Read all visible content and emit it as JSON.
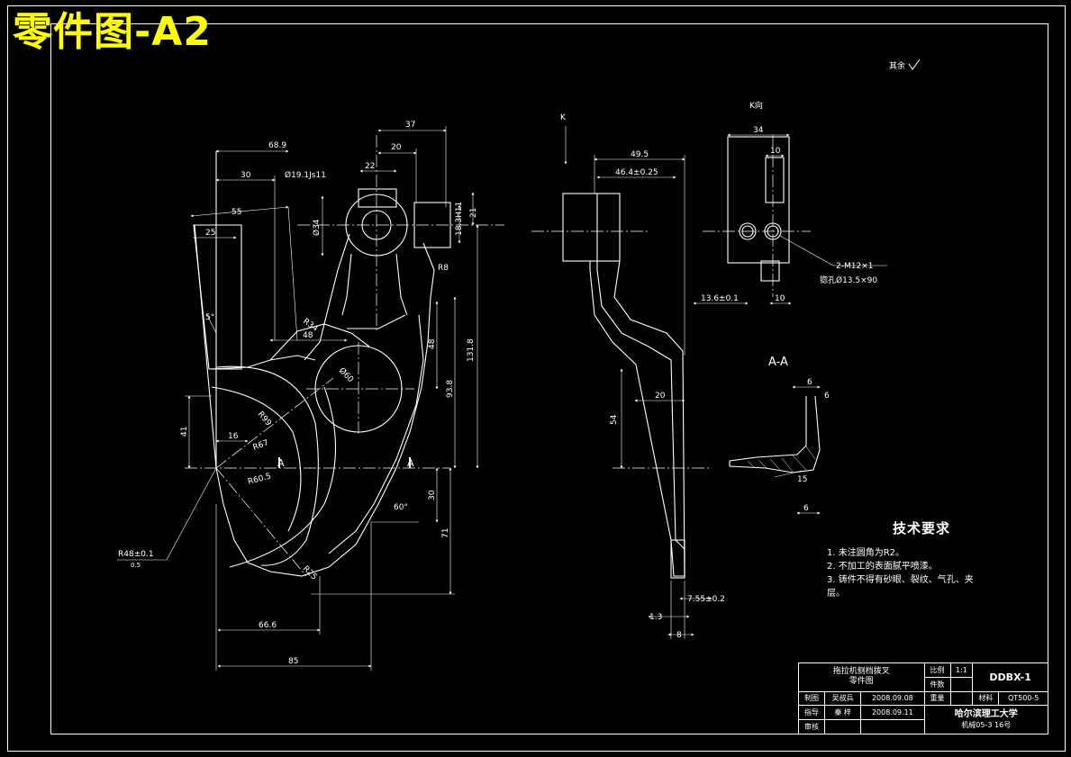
{
  "sheet_title": "零件图-A2",
  "surface_roughness_note": "其余",
  "view_labels": {
    "k_arrow": "K",
    "k_view": "K向",
    "section": "A-A",
    "cut_a_left": "A",
    "cut_a_right": "A"
  },
  "dimensions": {
    "d_37": "37",
    "d_20_top": "20",
    "d_22": "22",
    "d_68_9": "68.9",
    "d_30_top": "30",
    "d_phi19": "Ø19.1Js11",
    "d_55": "55",
    "d_25": "25",
    "d_phi34": "Ø34",
    "d_21": "21",
    "d_18_3": "18.3H11",
    "d_r8": "R8",
    "d_r34": "R34",
    "d_48a": "48",
    "d_48b": "48",
    "d_131_8": "131.8",
    "d_phi60": "Ø60",
    "d_93_8": "93.8",
    "d_5deg": "5°",
    "d_41": "41",
    "d_16": "16",
    "d_r99": "R99",
    "d_r67": "R67",
    "d_r60_5": "R60.5",
    "d_30_mid": "30",
    "d_71": "71",
    "d_60deg": "60°",
    "d_r48": "R48±0.1",
    "d_tol": "0.5",
    "d_r25": "R25",
    "d_66_6": "66.6",
    "d_85": "85",
    "d_49_5": "49.5",
    "d_46_4": "46.4±0.25",
    "d_20_side": "20",
    "d_54": "54",
    "d_7_55": "7.55±0.2",
    "d_1_3": "1.3",
    "d_8": "8",
    "d_34": "34",
    "d_10_top": "10",
    "d_2m12": "2-M12×1",
    "d_counter": "锪孔Ø13.5×90",
    "d_13_6": "13.6±0.1",
    "d_10_bot": "10",
    "d_6a": "6",
    "d_6b": "6",
    "d_15": "15",
    "d_6c": "6"
  },
  "tech_requirements": {
    "title": "技术要求",
    "items": [
      "1. 未注圆角为R2。",
      "2. 不加工的表面腻平喷漆。",
      "3. 铸件不得有砂眼、裂纹、气孔、夹",
      "层。"
    ]
  },
  "title_block": {
    "part_name_line1": "拖拉机侧档拨叉",
    "part_name_line2": "零件图",
    "scale_label": "比例",
    "scale_value": "1:1",
    "drawing_code": "DDBX-1",
    "count_label": "件数",
    "drawn_label": "制图",
    "drawn_name": "吴叔兵",
    "drawn_date": "2008.09.08",
    "weight_label": "重量",
    "material_label": "材料",
    "material_value": "QT500-5",
    "guide_label": "指导",
    "guide_name": "秦 梓",
    "guide_date": "2008.09.11",
    "review_label": "审核",
    "school": "哈尔滨理工大学",
    "class": "机械05-3 16号"
  }
}
